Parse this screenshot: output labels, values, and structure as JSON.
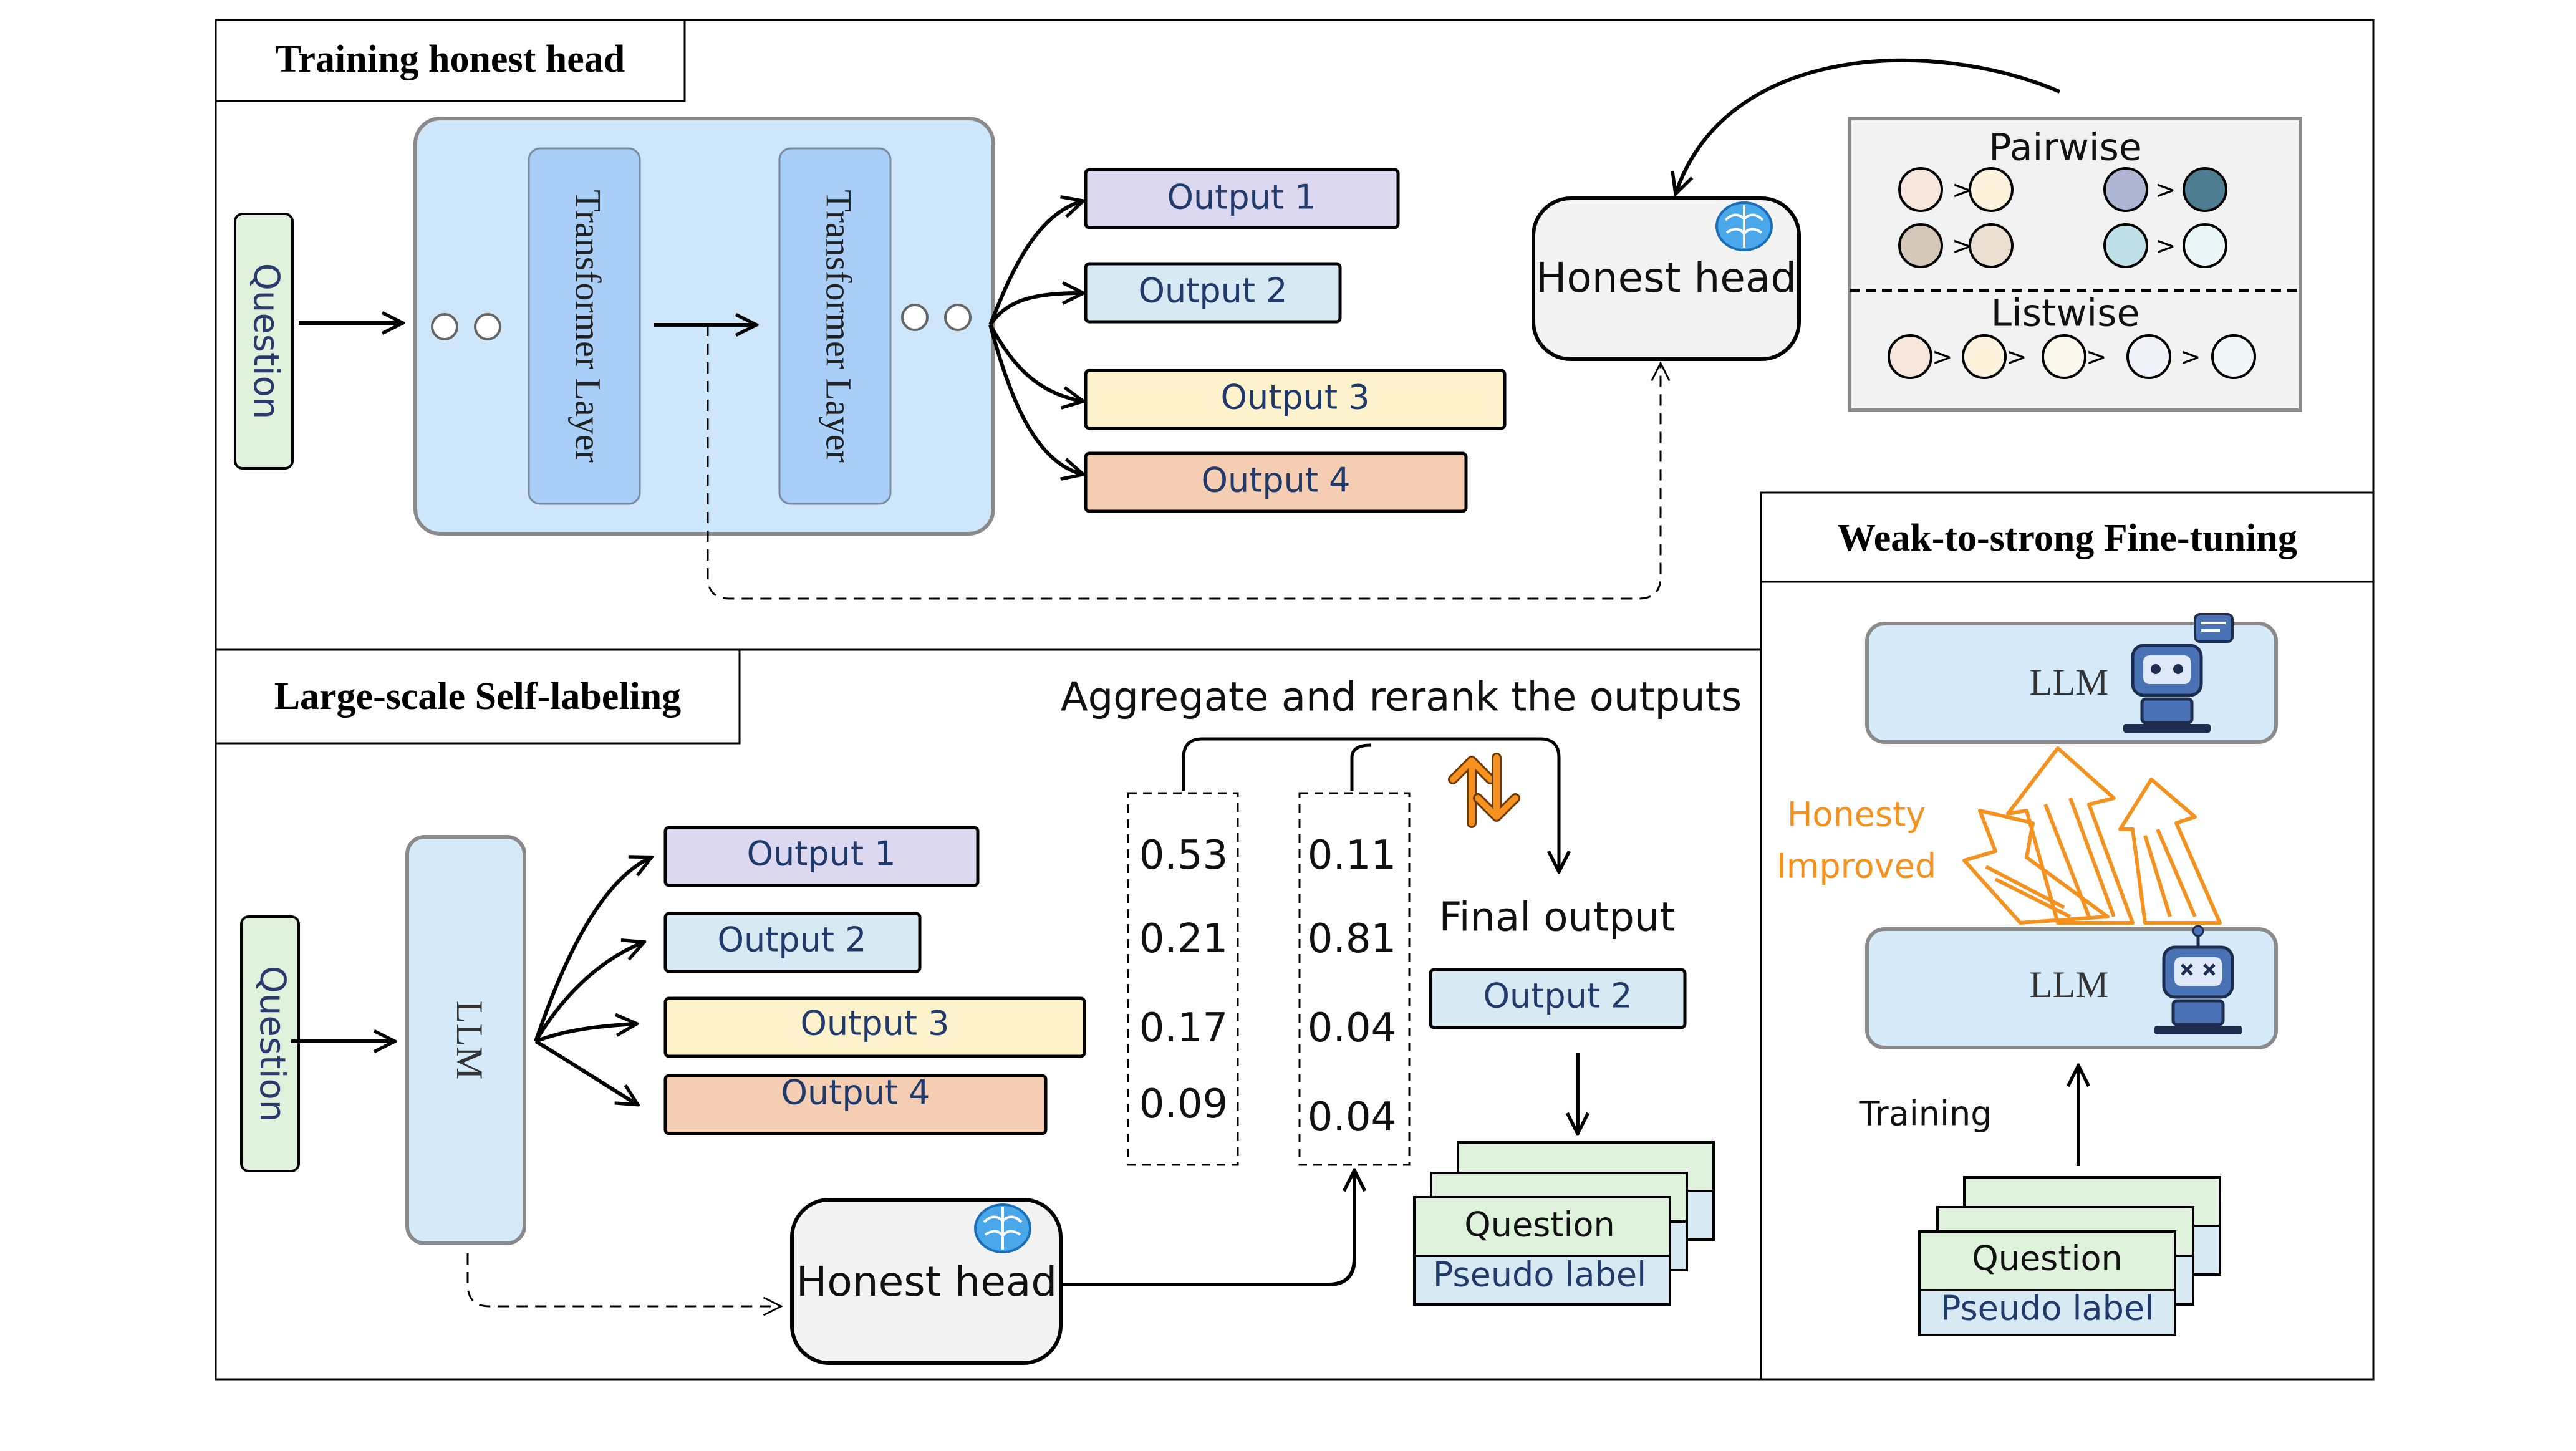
{
  "training": {
    "title": "Training honest head",
    "question": "Question",
    "layer1": "Transformer Layer",
    "layer2": "Transformer Layer",
    "outputs": [
      "Output 1",
      "Output 2",
      "Output 3",
      "Output 4"
    ],
    "honest_head": "Honest head",
    "pairwise": "Pairwise",
    "listwise": "Listwise"
  },
  "selflabel": {
    "title": "Large-scale Self-labeling",
    "question": "Question",
    "llm": "LLM",
    "outputs": [
      "Output 1",
      "Output 2",
      "Output 3",
      "Output 4"
    ],
    "honest_head": "Honest head",
    "aggregate": "Aggregate and rerank the outputs",
    "scores_a": [
      "0.53",
      "0.21",
      "0.17",
      "0.09"
    ],
    "scores_b": [
      "0.11",
      "0.81",
      "0.04",
      "0.04"
    ],
    "final_output_label": "Final output",
    "final_output": "Output 2",
    "stack_question": "Question",
    "stack_pseudo": "Pseudo label"
  },
  "w2s": {
    "title": "Weak-to-strong  Fine-tuning",
    "llm_top": "LLM",
    "llm_bottom": "LLM",
    "honesty": "Honesty",
    "improved": "Improved",
    "training": "Training",
    "stack_question": "Question",
    "stack_pseudo": "Pseudo label"
  },
  "colors": {
    "output1": "#dcd8ef",
    "output2": "#d7eaf3",
    "output3": "#fdf2cc",
    "output4": "#f4cdb2",
    "question": "#e1f2dc",
    "transformer_bg": "#cde6fa",
    "layer": "#a9cff8",
    "llm": "#d5ebfa",
    "accent_orange": "#f5921f",
    "stroke": "#000000"
  }
}
